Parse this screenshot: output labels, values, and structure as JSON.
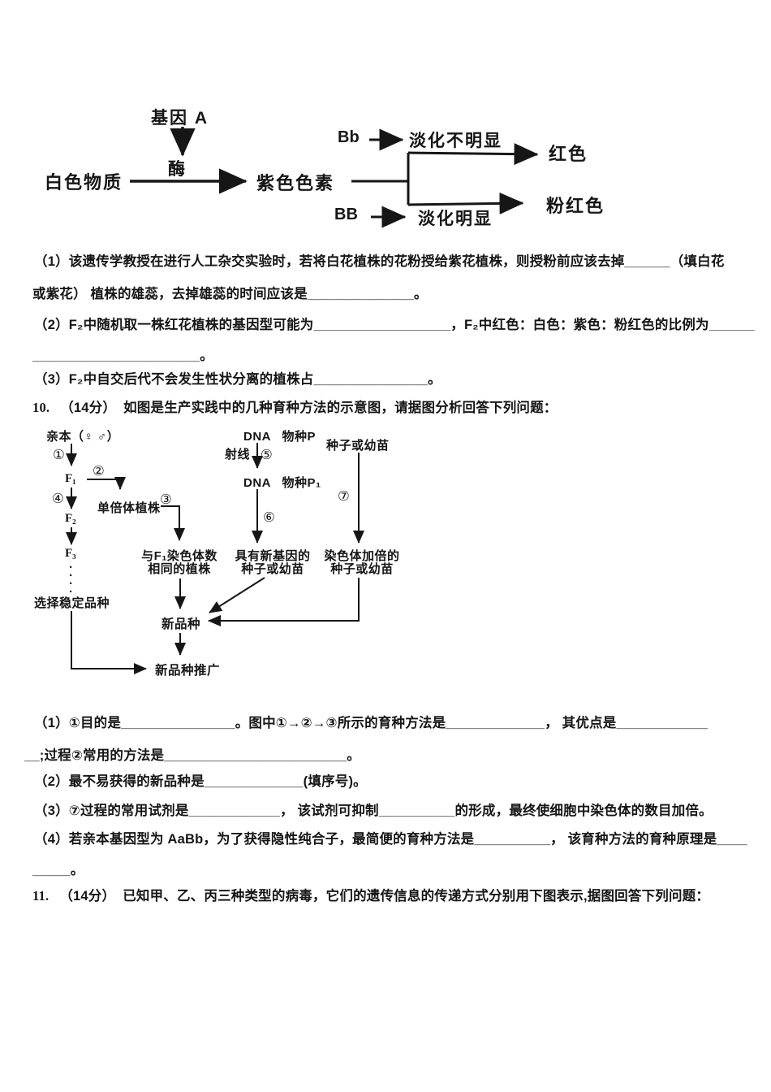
{
  "colors": {
    "ink": "#161616",
    "paper": "#ffffff"
  },
  "d1": {
    "gene_a": "基因 A",
    "enzyme": "酶",
    "white_substance": "白色物质",
    "purple_pigment": "紫色色素",
    "bb_hetero": "Bb",
    "fade_not_obvious": "淡化不明显",
    "red": "红色",
    "bb_homo": "BB",
    "fade_obvious": "淡化明显",
    "pink": "粉红色"
  },
  "q9": {
    "l1": "（1）该遗传学教授在进行人工杂交实验时，若将白花植株的花粉授给紫花植株，则授粉前应该去掉______（填白花",
    "l2": "或紫花） 植株的雄蕊，去掉雄蕊的时间应该是______________。",
    "l3": "（2）F₂中随机取一株红花植株的基因型可能为__________________，F₂中红色：白色：紫色：粉红色的比例为______",
    "l4": "______________________。",
    "l5": "（3）F₂中自交后代不会发生性状分离的植株占_______________。"
  },
  "q10": {
    "num": "10.",
    "score": "（14分）",
    "text": "如图是生产实践中的几种育种方法的示意图，请据图分析回答下列问题：",
    "s1a": "（1）①目的是_______________。图中①→②→③所示的育种方法是_____________， 其优点是____________",
    "s1b": "__;过程②常用的方法是________________________。",
    "s2": "（2）最不易获得的新品种是_____________(填序号)。",
    "s3": "（3）⑦过程的常用试剂是____________， 该试剂可抑制__________的形成，最终使细胞中染色体的数目加倍。",
    "s4a": "（4）若亲本基因型为 AaBb，为了获得隐性纯合子，最简便的育种方法是__________， 该育种方法的育种原理是____",
    "s4b": "_____。"
  },
  "d2": {
    "parents": "亲本（♀ ♂）",
    "c1": "①",
    "c2": "②",
    "c3": "③",
    "c4": "④",
    "c5": "⑤",
    "c6": "⑥",
    "c7": "⑦",
    "f1": "F₁",
    "f2": "F₂",
    "f3": "F₃",
    "vdots": "·\n·\n·\n·",
    "haploid": "单倍体植株",
    "same_chrom": "与F₁染色体数\n相同的植株",
    "select_stable": "选择稳定品种",
    "dna_p": "DNA   物种P",
    "ray": "射线",
    "dna_p1": "DNA   物种P₁",
    "new_gene": "具有新基因的\n种子或幼苗",
    "seed": "种子或幼苗",
    "chrom_doubled": "染色体加倍的\n种子或幼苗",
    "new_variety": "新品种",
    "promote": "新品种推广"
  },
  "q11": {
    "num": "11.",
    "score": "（14分）",
    "text": "已知甲、乙、丙三种类型的病毒，它们的遗传信息的传递方式分别用下图表示,据图回答下列问题："
  }
}
